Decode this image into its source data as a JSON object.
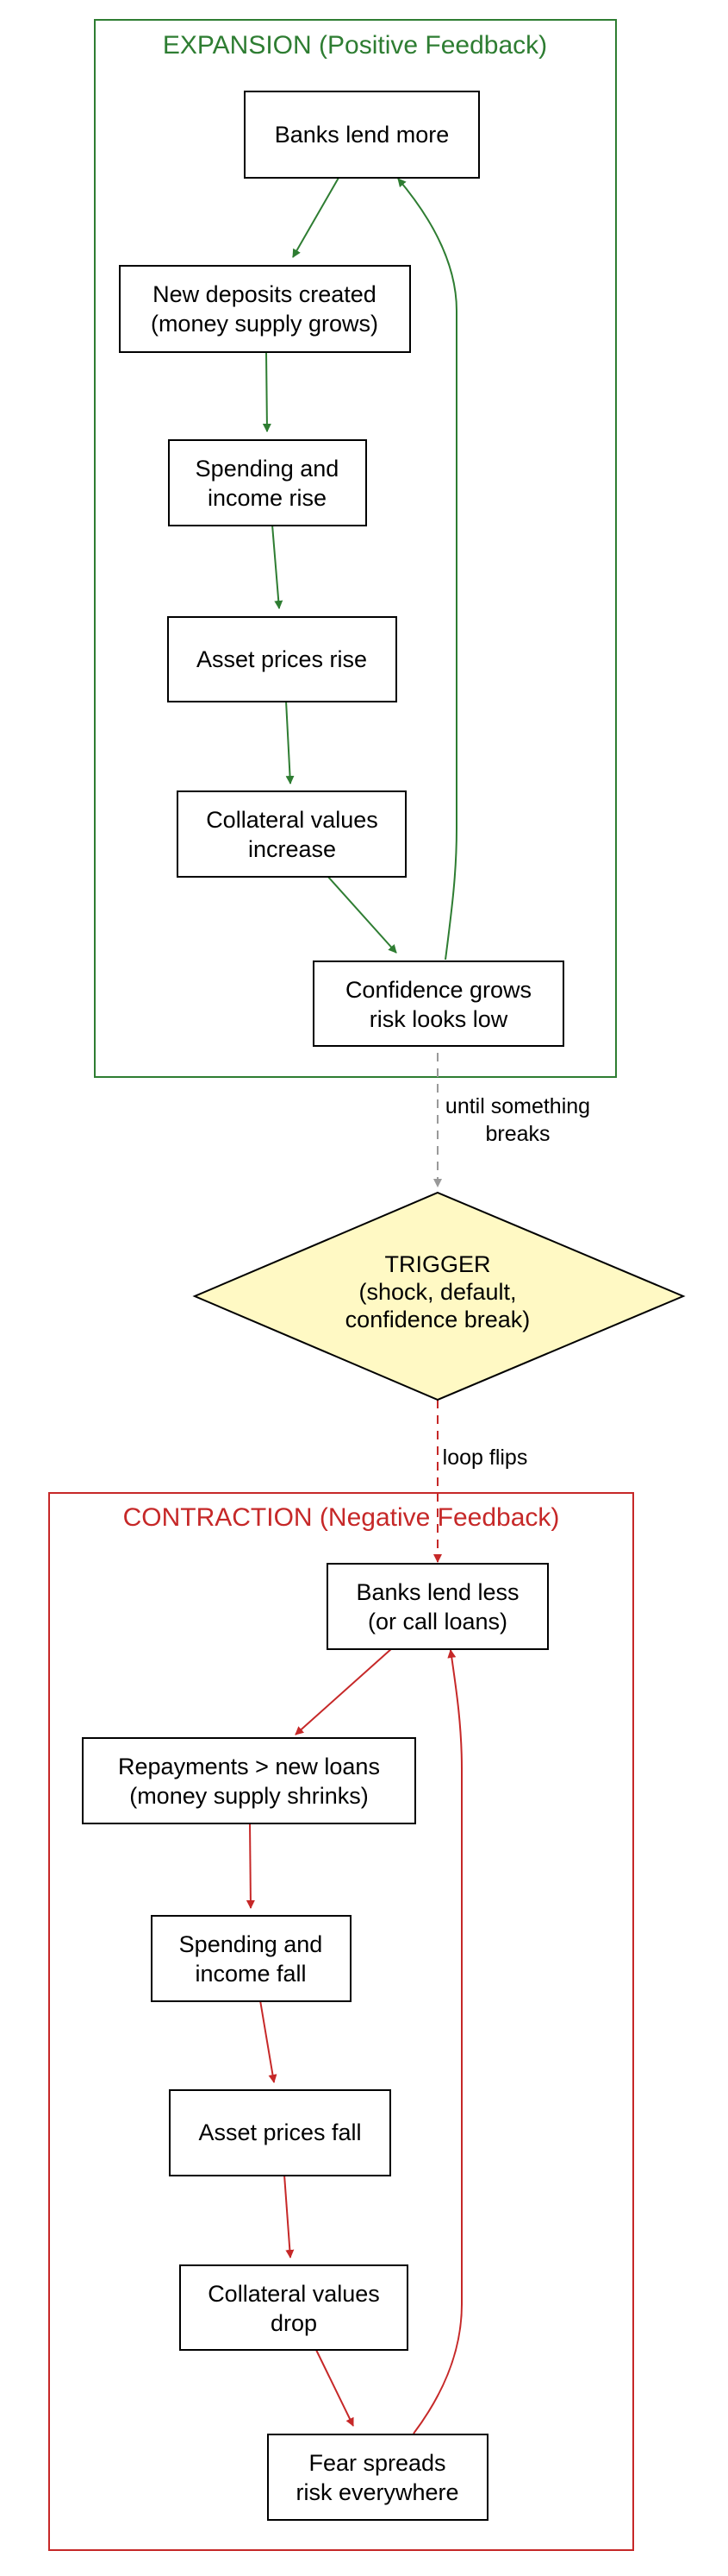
{
  "colors": {
    "expansion": "#2e7d32",
    "contraction": "#c62828",
    "neutral_edge": "#999999",
    "trigger_fill": "#fff9c4",
    "node_border": "#000000",
    "text": "#000000"
  },
  "clusters": {
    "expansion": {
      "title": "EXPANSION (Positive Feedback)"
    },
    "contraction": {
      "title": "CONTRACTION (Negative Feedback)"
    }
  },
  "nodes": {
    "banks_lend_more": {
      "lines": [
        "Banks lend more"
      ]
    },
    "new_deposits": {
      "lines": [
        "New deposits created",
        "(money supply grows)"
      ]
    },
    "spending_income_rise": {
      "lines": [
        "Spending and",
        "income rise"
      ]
    },
    "asset_prices_rise": {
      "lines": [
        "Asset prices rise"
      ]
    },
    "collateral_increase": {
      "lines": [
        "Collateral values",
        "increase"
      ]
    },
    "confidence_grows": {
      "lines": [
        "Confidence grows",
        "risk looks low"
      ]
    },
    "trigger": {
      "lines": [
        "TRIGGER",
        "(shock, default,",
        "confidence break)"
      ]
    },
    "banks_lend_less": {
      "lines": [
        "Banks lend less",
        "(or call loans)"
      ]
    },
    "repayments": {
      "lines": [
        "Repayments > new loans",
        "(money supply shrinks)"
      ]
    },
    "spending_income_fall": {
      "lines": [
        "Spending and",
        "income fall"
      ]
    },
    "asset_prices_fall": {
      "lines": [
        "Asset prices fall"
      ]
    },
    "collateral_drop": {
      "lines": [
        "Collateral values",
        "drop"
      ]
    },
    "fear_spreads": {
      "lines": [
        "Fear spreads",
        "risk everywhere"
      ]
    }
  },
  "edges": {
    "until_breaks": {
      "lines": [
        "until something",
        "breaks"
      ]
    },
    "loop_flips": {
      "lines": [
        "loop flips"
      ]
    }
  }
}
